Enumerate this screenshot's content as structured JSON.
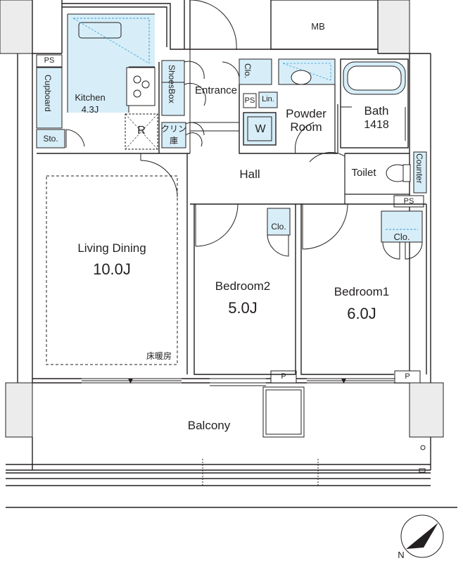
{
  "rooms": {
    "mb": "MB",
    "ps_kitchen": "PS",
    "kitchen": "Kitchen",
    "kitchen_size": "4.3J",
    "cupboard": "Cupboard",
    "storage": "Sto.",
    "refrigerator": "R",
    "cleaning_storage_1": "クリン",
    "cleaning_storage_2": "庫",
    "shoes_box": "ShoesBox",
    "entrance": "Entrance",
    "closet_entrance": "Clo.",
    "ps_powder": "PS",
    "linen": "Lin.",
    "washer": "W",
    "powder_room_1": "Powder",
    "powder_room_2": "Room",
    "bath": "Bath",
    "bath_size": "1418",
    "hall": "Hall",
    "toilet": "Toilet",
    "counter": "Counter",
    "ps_toilet": "PS",
    "living_dining": "Living Dining",
    "living_dining_size": "10.0J",
    "floor_heating": "床暖房",
    "bedroom2": "Bedroom2",
    "bedroom2_size": "5.0J",
    "closet_bedroom2": "Clo.",
    "bedroom1": "Bedroom1",
    "bedroom1_size": "6.0J",
    "closet_bedroom1": "Clo.",
    "p_left": "P",
    "p_right": "P",
    "balcony": "Balcony",
    "north": "N"
  },
  "colors": {
    "wall": "#231f20",
    "column": "#ececec",
    "storage_fill": "#d7eef8",
    "dashed": "#3a9fd4"
  }
}
